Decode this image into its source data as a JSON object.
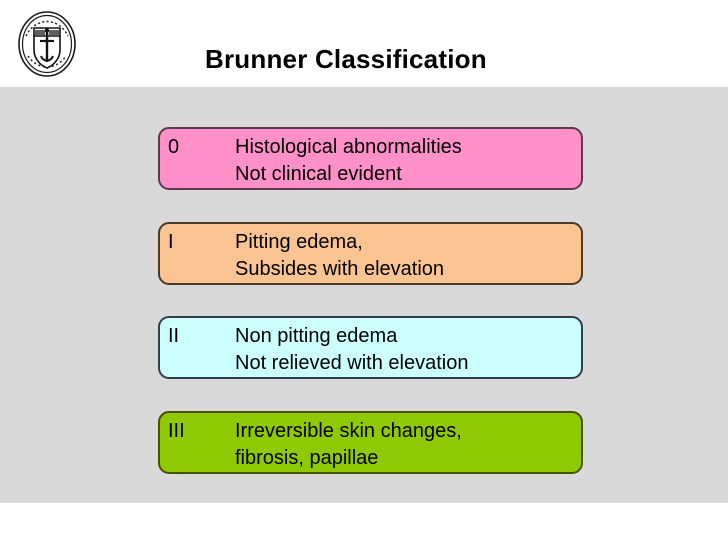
{
  "slide": {
    "title": "Brunner Classification",
    "logo_name": "institution-seal",
    "background_color": "#d9d9d9",
    "header_color": "#ffffff"
  },
  "classification": {
    "rows": [
      {
        "grade": "0",
        "line1": "Histological abnormalities",
        "line2": "Not clinical evident",
        "color": "#ff90c8",
        "border_color": "#5c3a52"
      },
      {
        "grade": "I",
        "line1": "Pitting edema,",
        "line2": "Subsides with elevation",
        "color": "#fac392",
        "border_color": "#4a3a28"
      },
      {
        "grade": "II",
        "line1": "Non pitting edema",
        "line2": "Not relieved with elevation",
        "color": "#ccffff",
        "border_color": "#30404a"
      },
      {
        "grade": "III",
        "line1": "Irreversible skin changes,",
        "line2": "fibrosis, papillae",
        "color": "#8fc904",
        "border_color": "#4a5000"
      }
    ]
  }
}
